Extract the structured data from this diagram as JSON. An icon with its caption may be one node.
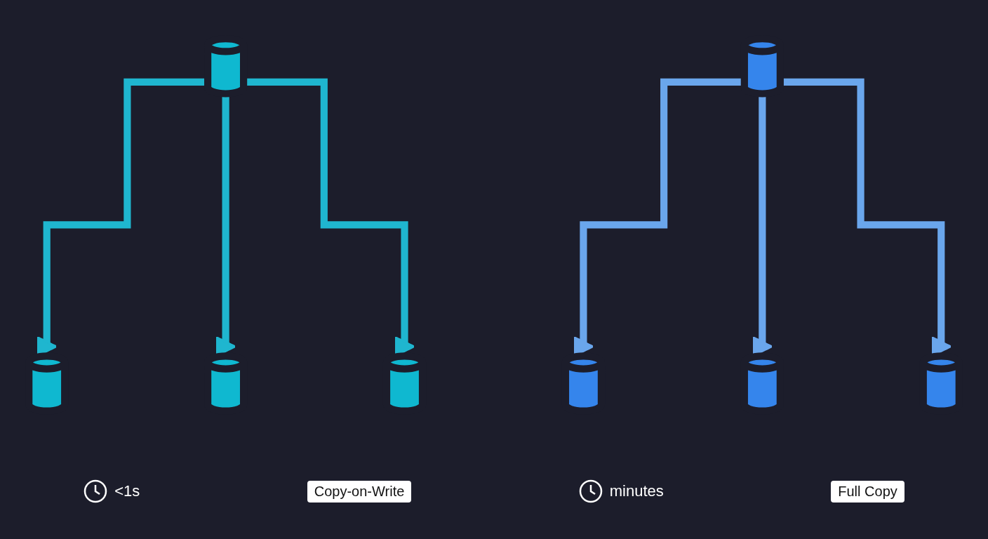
{
  "diagram": {
    "nodes": [
      {
        "text": [],
        "shape": "cylinder"
      },
      {
        "text": [],
        "shape": "cylinder"
      },
      {
        "text": [],
        "shape": "cylinder"
      },
      {
        "text": [],
        "shape": "cylinder"
      },
      {
        "text": [],
        "shape": "cylinder"
      },
      {
        "text": [],
        "shape": "cylinder"
      },
      {
        "text": [],
        "shape": "cylinder"
      },
      {
        "text": [],
        "shape": "cylinder"
      }
    ],
    "edges": [
      {
        "from": 0,
        "to": 1,
        "arrow": "to",
        "color": "#1fb6cf"
      },
      {
        "from": 0,
        "to": 2,
        "arrow": "to",
        "color": "#1fb6cf"
      },
      {
        "from": 0,
        "to": 3,
        "arrow": "to",
        "color": "#1fb6cf"
      },
      {
        "from": 4,
        "to": 5,
        "arrow": "to",
        "color": "#6aa6ec"
      },
      {
        "from": 4,
        "to": 6,
        "arrow": "to",
        "color": "#6aa6ec"
      },
      {
        "from": 4,
        "to": 7,
        "arrow": "to",
        "color": "#6aa6ec"
      }
    ],
    "labels": [
      "<1s",
      "Copy-on-Write",
      "minutes",
      "Full Copy"
    ]
  }
}
